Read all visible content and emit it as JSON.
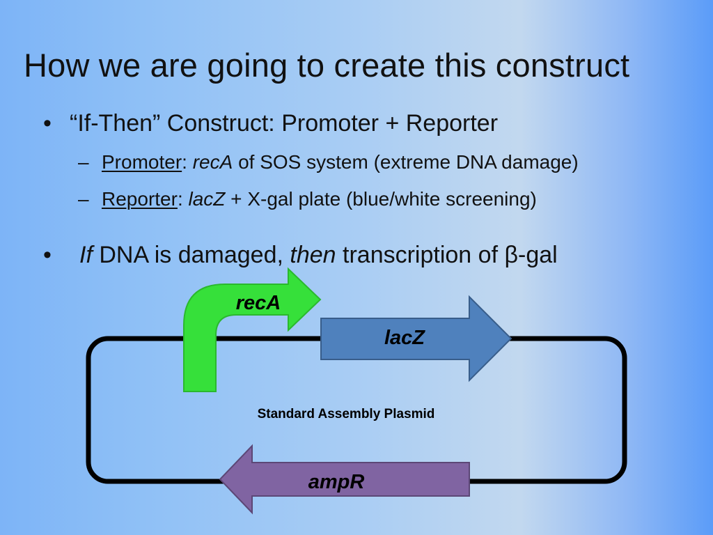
{
  "title": "How we are going to create this construct",
  "bullets": [
    {
      "symbol": "•",
      "text": "“If-Then” Construct:  Promoter + Reporter",
      "sub": [
        {
          "dash": "–",
          "label": "Promoter",
          "sep": ": ",
          "italic": "recA",
          "rest": " of SOS system (extreme DNA damage)"
        },
        {
          "dash": "–",
          "label": "Reporter",
          "sep": ": ",
          "italic": "lacZ",
          "rest": " + X-gal plate (blue/white screening)"
        }
      ]
    },
    {
      "symbol": "•",
      "parts": [
        "If",
        " DNA is damaged, ",
        "then",
        " transcription of β-gal"
      ]
    }
  ],
  "diagram": {
    "center_label": "Standard Assembly Plasmid",
    "parts": [
      {
        "name": "recA",
        "color": "#36e03a",
        "stroke": "#2bb82e",
        "kind": "promoter"
      },
      {
        "name": "lacZ",
        "color": "#4f81bd",
        "stroke": "#385d8a",
        "kind": "coding"
      },
      {
        "name": "ampR",
        "color": "#8064a2",
        "stroke": "#5c4776",
        "kind": "resistance"
      }
    ],
    "backbone_color": "#000000"
  }
}
